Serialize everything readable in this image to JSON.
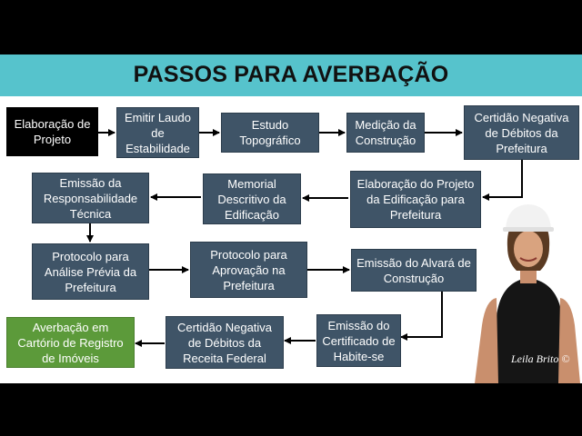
{
  "title": "PASSOS PARA AVERBAÇÃO",
  "steps": {
    "s1": "Elaboração de Projeto",
    "s2": "Emitir Laudo de Estabilidade",
    "s3": "Estudo Topográfico",
    "s4": "Medição da Construção",
    "s5": "Certidão Negativa de Débitos da Prefeitura",
    "s6": "Elaboração do Projeto da Edificação para Prefeitura",
    "s7": "Memorial Descritivo da Edificação",
    "s8": "Emissão da Responsabilidade Técnica",
    "s9": "Protocolo para Análise Prévia da Prefeitura",
    "s10": "Protocolo para Aprovação na Prefeitura",
    "s11": "Emissão do Alvará de Construção",
    "s12": "Emissão do Certificado de Habite-se",
    "s13": "Certidão Negativa de Débitos da Receita Federal",
    "s14": "Averbação em Cartório de Registro de Imóveis"
  },
  "signature": "Leila Brito ©",
  "colors": {
    "banner": "#56c3cc",
    "box": "#3f5467",
    "start_box": "#000000",
    "end_box": "#5c9a3a",
    "arrow": "#000000"
  }
}
